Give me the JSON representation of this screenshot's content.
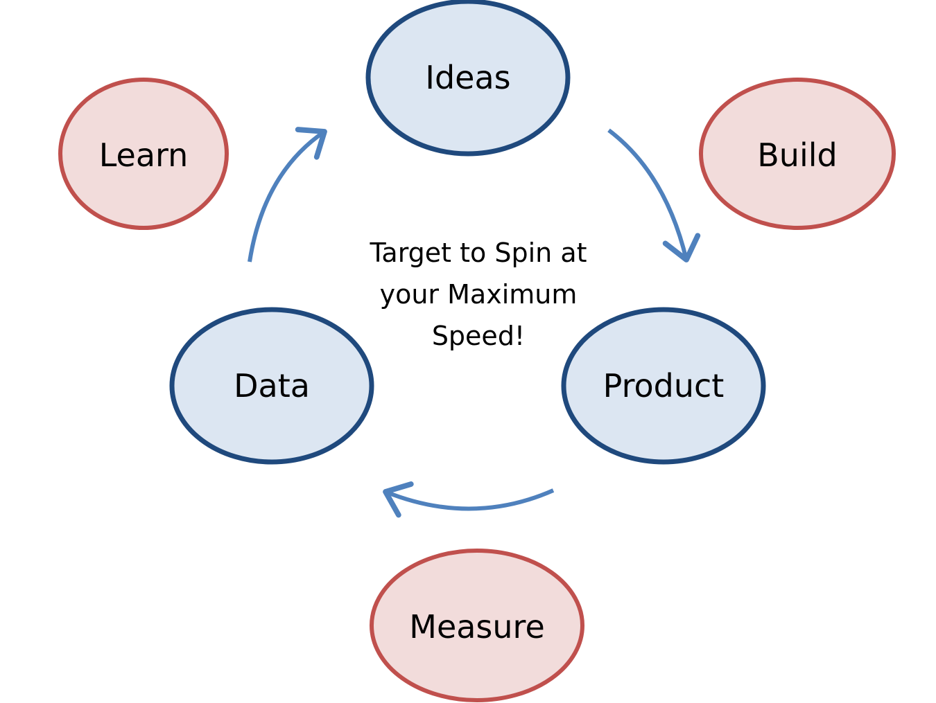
{
  "diagram": {
    "title": "Build-Measure-Learn feedback loop",
    "center_text": [
      "Target to Spin at",
      "your Maximum",
      "Speed!"
    ],
    "nodes": [
      {
        "id": "ideas",
        "label": "Ideas",
        "type": "artifact"
      },
      {
        "id": "product",
        "label": "Product",
        "type": "artifact"
      },
      {
        "id": "data",
        "label": "Data",
        "type": "artifact"
      },
      {
        "id": "build",
        "label": "Build",
        "type": "action"
      },
      {
        "id": "measure",
        "label": "Measure",
        "type": "action"
      },
      {
        "id": "learn",
        "label": "Learn",
        "type": "action"
      }
    ],
    "edges": [
      {
        "from": "ideas",
        "to": "product",
        "via": "build"
      },
      {
        "from": "product",
        "to": "data",
        "via": "measure"
      },
      {
        "from": "data",
        "to": "ideas",
        "via": "learn"
      }
    ],
    "colors": {
      "artifact_fill": "#dce6f2",
      "artifact_stroke": "#1f497d",
      "action_fill": "#f2dcdb",
      "action_stroke": "#c0504d",
      "arrow": "#4f81bd"
    }
  }
}
